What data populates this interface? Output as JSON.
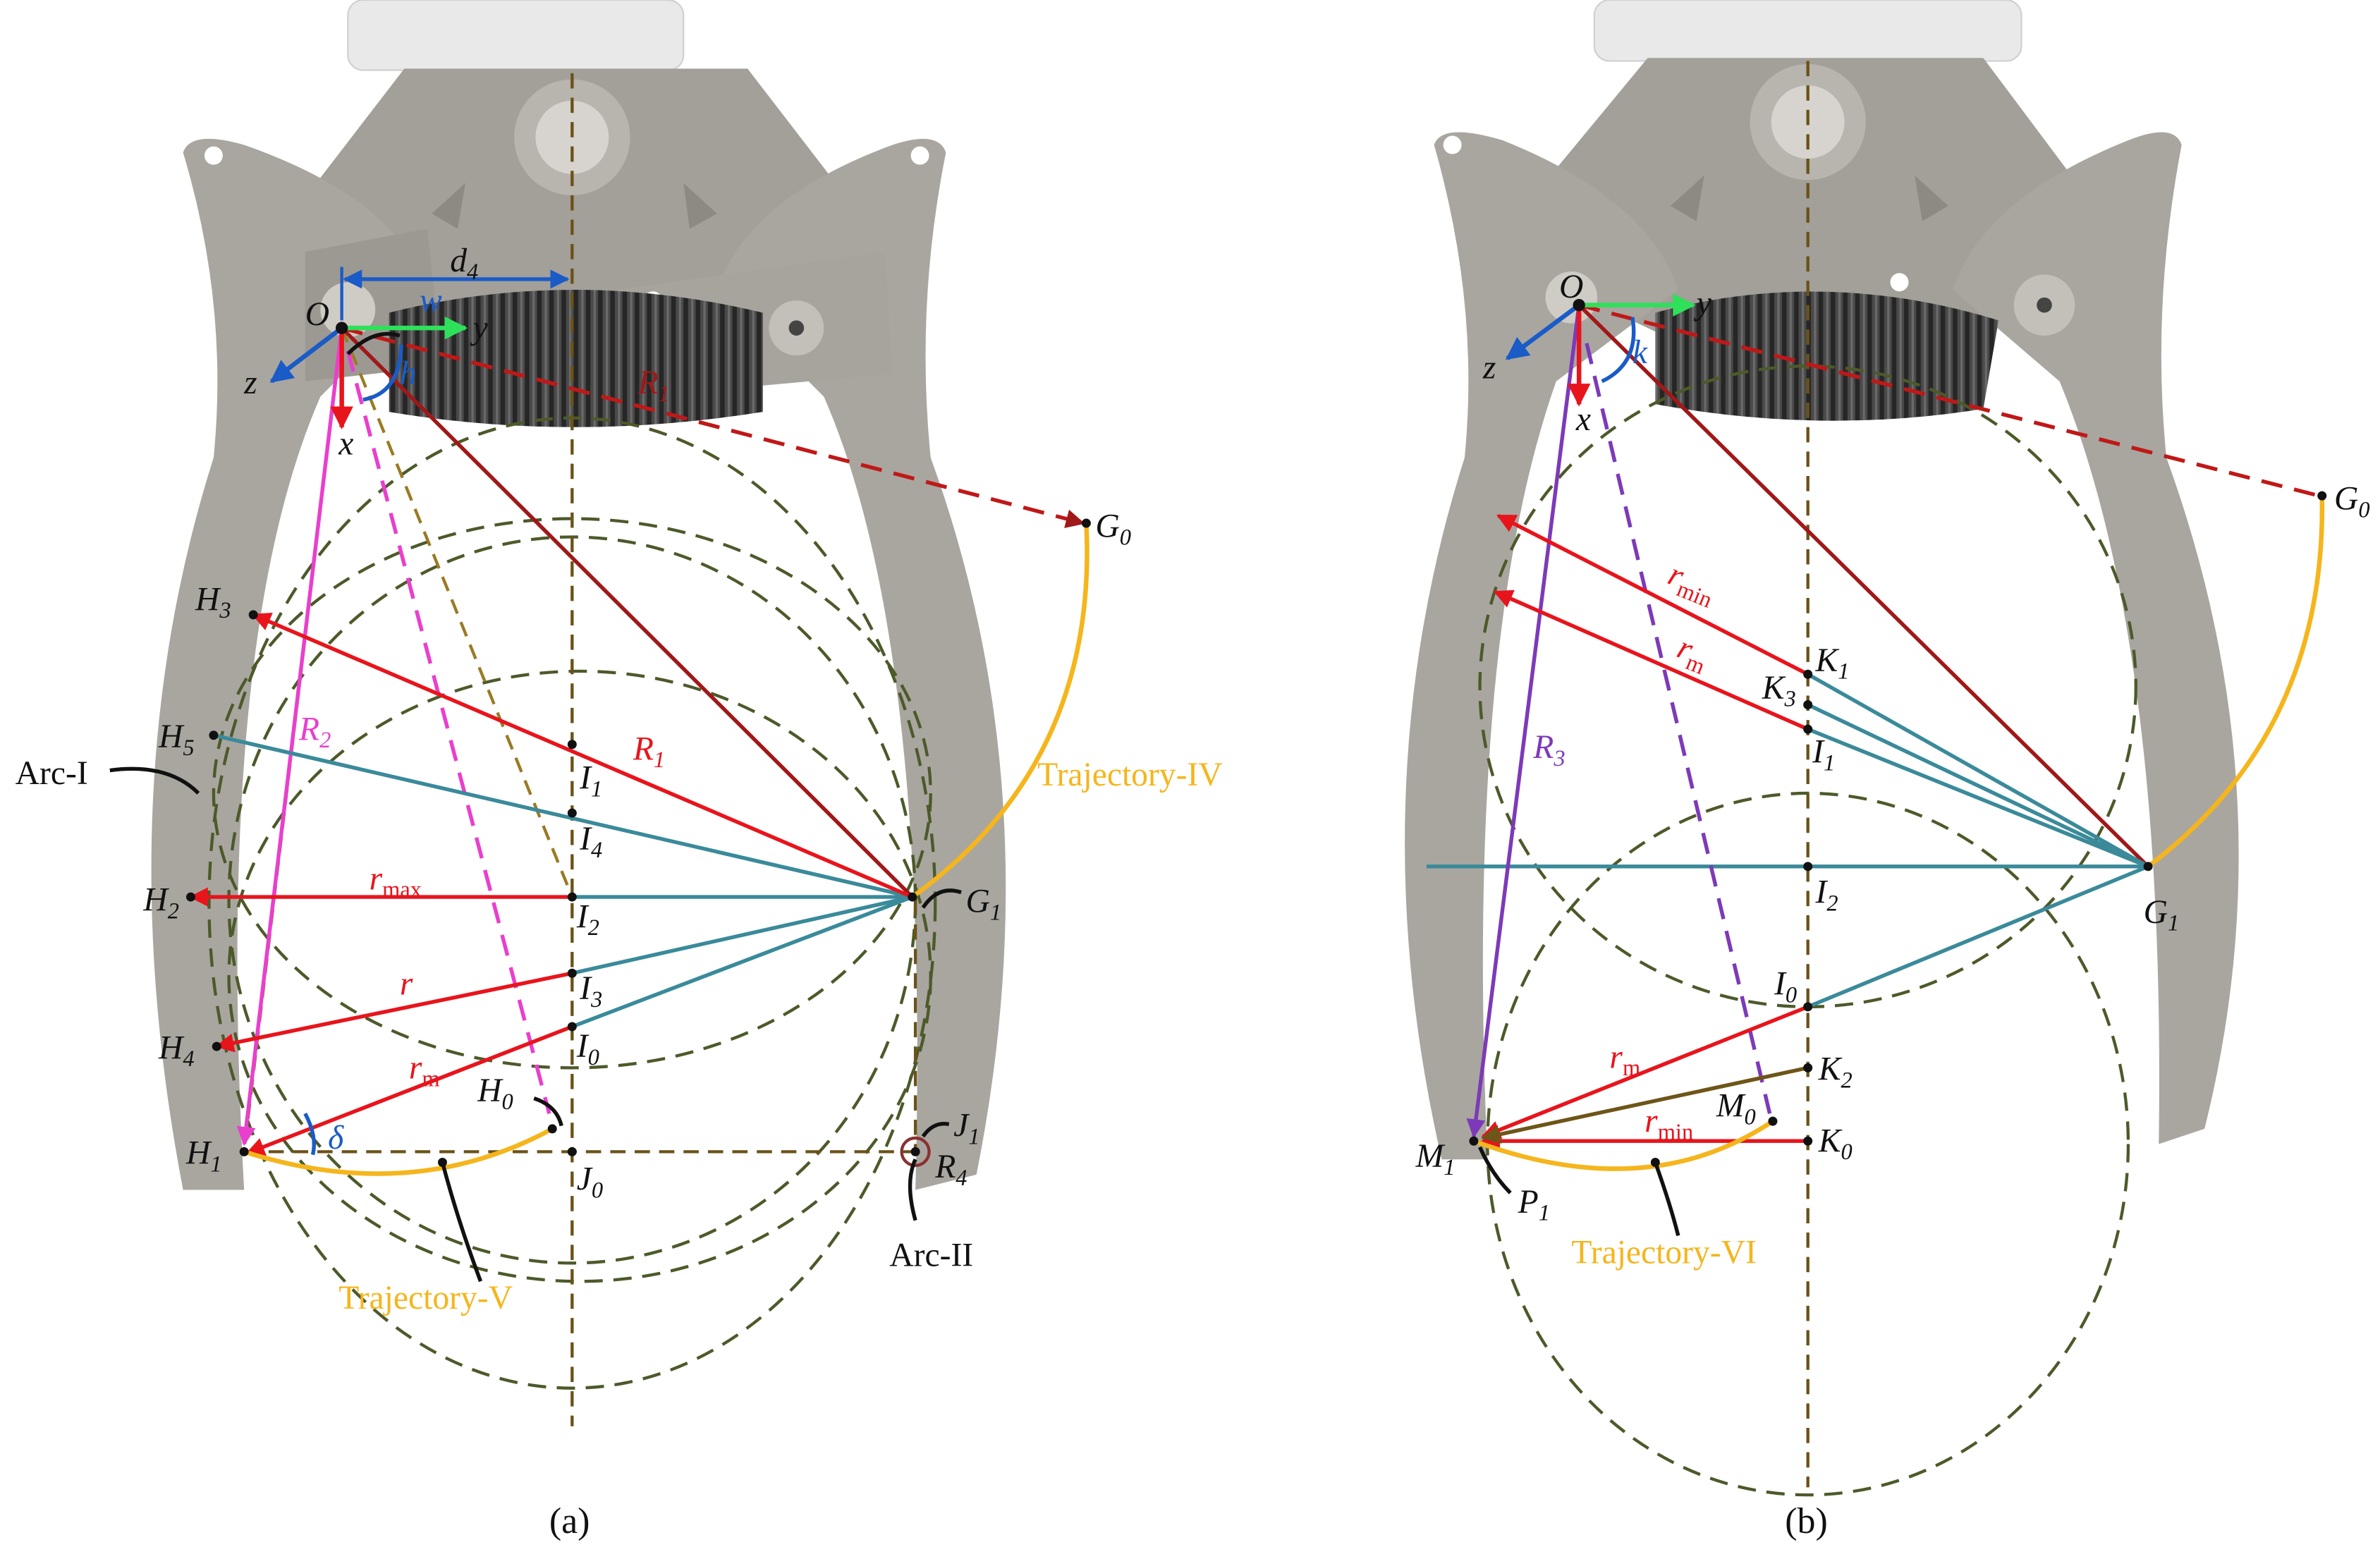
{
  "colors": {
    "gripper": "#a5a29c",
    "gripper_dark": "#8a8781",
    "spring": "#3b3b3b",
    "mount": "#e3e3e3",
    "circle_dash": "#4c5a2a",
    "axis_dash": "#6a5218",
    "red": "#e8141c",
    "dark_red": "#a01818",
    "teal": "#3a8a9a",
    "orange": "#f5b51c",
    "magenta": "#e93fcd",
    "purple": "#7d3ab8",
    "blue": "#1a5bc7",
    "green": "#2ee05a",
    "olive": "#6e5518",
    "black": "#111111"
  },
  "panel_a": {
    "caption": "(a)",
    "labels": {
      "O": "O",
      "y": "y",
      "z": "z",
      "x": "x",
      "d": "d",
      "d_sub": "4",
      "w": "w",
      "h": "h",
      "R1_top": "R",
      "R1_top_sub": "1",
      "G0": "G",
      "G0_sub": "0",
      "G1": "G",
      "G1_sub": "1",
      "H3": "H",
      "H3_sub": "3",
      "H5": "H",
      "H5_sub": "5",
      "H2": "H",
      "H2_sub": "2",
      "H4": "H",
      "H4_sub": "4",
      "H1": "H",
      "H1_sub": "1",
      "H0": "H",
      "H0_sub": "0",
      "I1": "I",
      "I1_sub": "1",
      "I4": "I",
      "I4_sub": "4",
      "I2": "I",
      "I2_sub": "2",
      "I3": "I",
      "I3_sub": "3",
      "I0": "I",
      "I0_sub": "0",
      "J0": "J",
      "J0_sub": "0",
      "J1": "J",
      "J1_sub": "1",
      "R4": "R",
      "R4_sub": "4",
      "R1": "R",
      "R1_sub": "1",
      "R2": "R",
      "R2_sub": "2",
      "rmax": "r",
      "rmax_sub": "max",
      "r": "r",
      "rm": "r",
      "rm_sub": "m",
      "delta": "δ",
      "arc1": "Arc-I",
      "arc2": "Arc-II",
      "traj4": "Trajectory-IV",
      "traj5": "Trajectory-V"
    }
  },
  "panel_b": {
    "caption": "(b)",
    "labels": {
      "O": "O",
      "y": "y",
      "z": "z",
      "x": "x",
      "k": "k",
      "G0": "G",
      "G0_sub": "0",
      "G1": "G",
      "G1_sub": "1",
      "rmin_top": "r",
      "rmin_top_sub": "min",
      "rm_top": "r",
      "rm_top_sub": "m",
      "K1": "K",
      "K1_sub": "1",
      "K3": "K",
      "K3_sub": "3",
      "I1": "I",
      "I1_sub": "1",
      "I2": "I",
      "I2_sub": "2",
      "I0": "I",
      "I0_sub": "0",
      "K2": "K",
      "K2_sub": "2",
      "K0": "K",
      "K0_sub": "0",
      "M0": "M",
      "M0_sub": "0",
      "M1": "M",
      "M1_sub": "1",
      "P1": "P",
      "P1_sub": "1",
      "R3": "R",
      "R3_sub": "3",
      "rm_bot": "r",
      "rm_bot_sub": "m",
      "rmin_bot": "r",
      "rmin_bot_sub": "min",
      "traj6": "Trajectory-VI"
    }
  }
}
